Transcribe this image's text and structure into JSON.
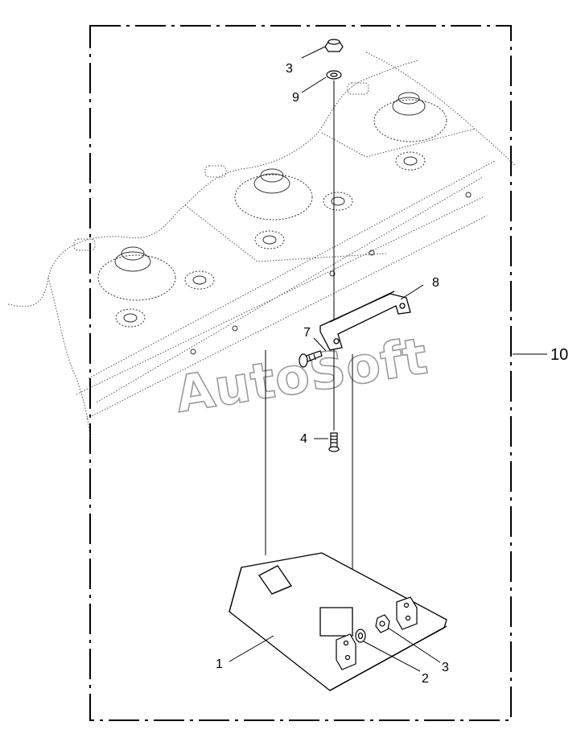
{
  "diagram": {
    "callouts": {
      "c1": "1",
      "c2": "2",
      "c3_bottom": "3",
      "c3_top": "3",
      "c4": "4",
      "c7": "7",
      "c8": "8",
      "c9": "9",
      "c10": "10"
    },
    "watermark": "AutoSoft"
  }
}
